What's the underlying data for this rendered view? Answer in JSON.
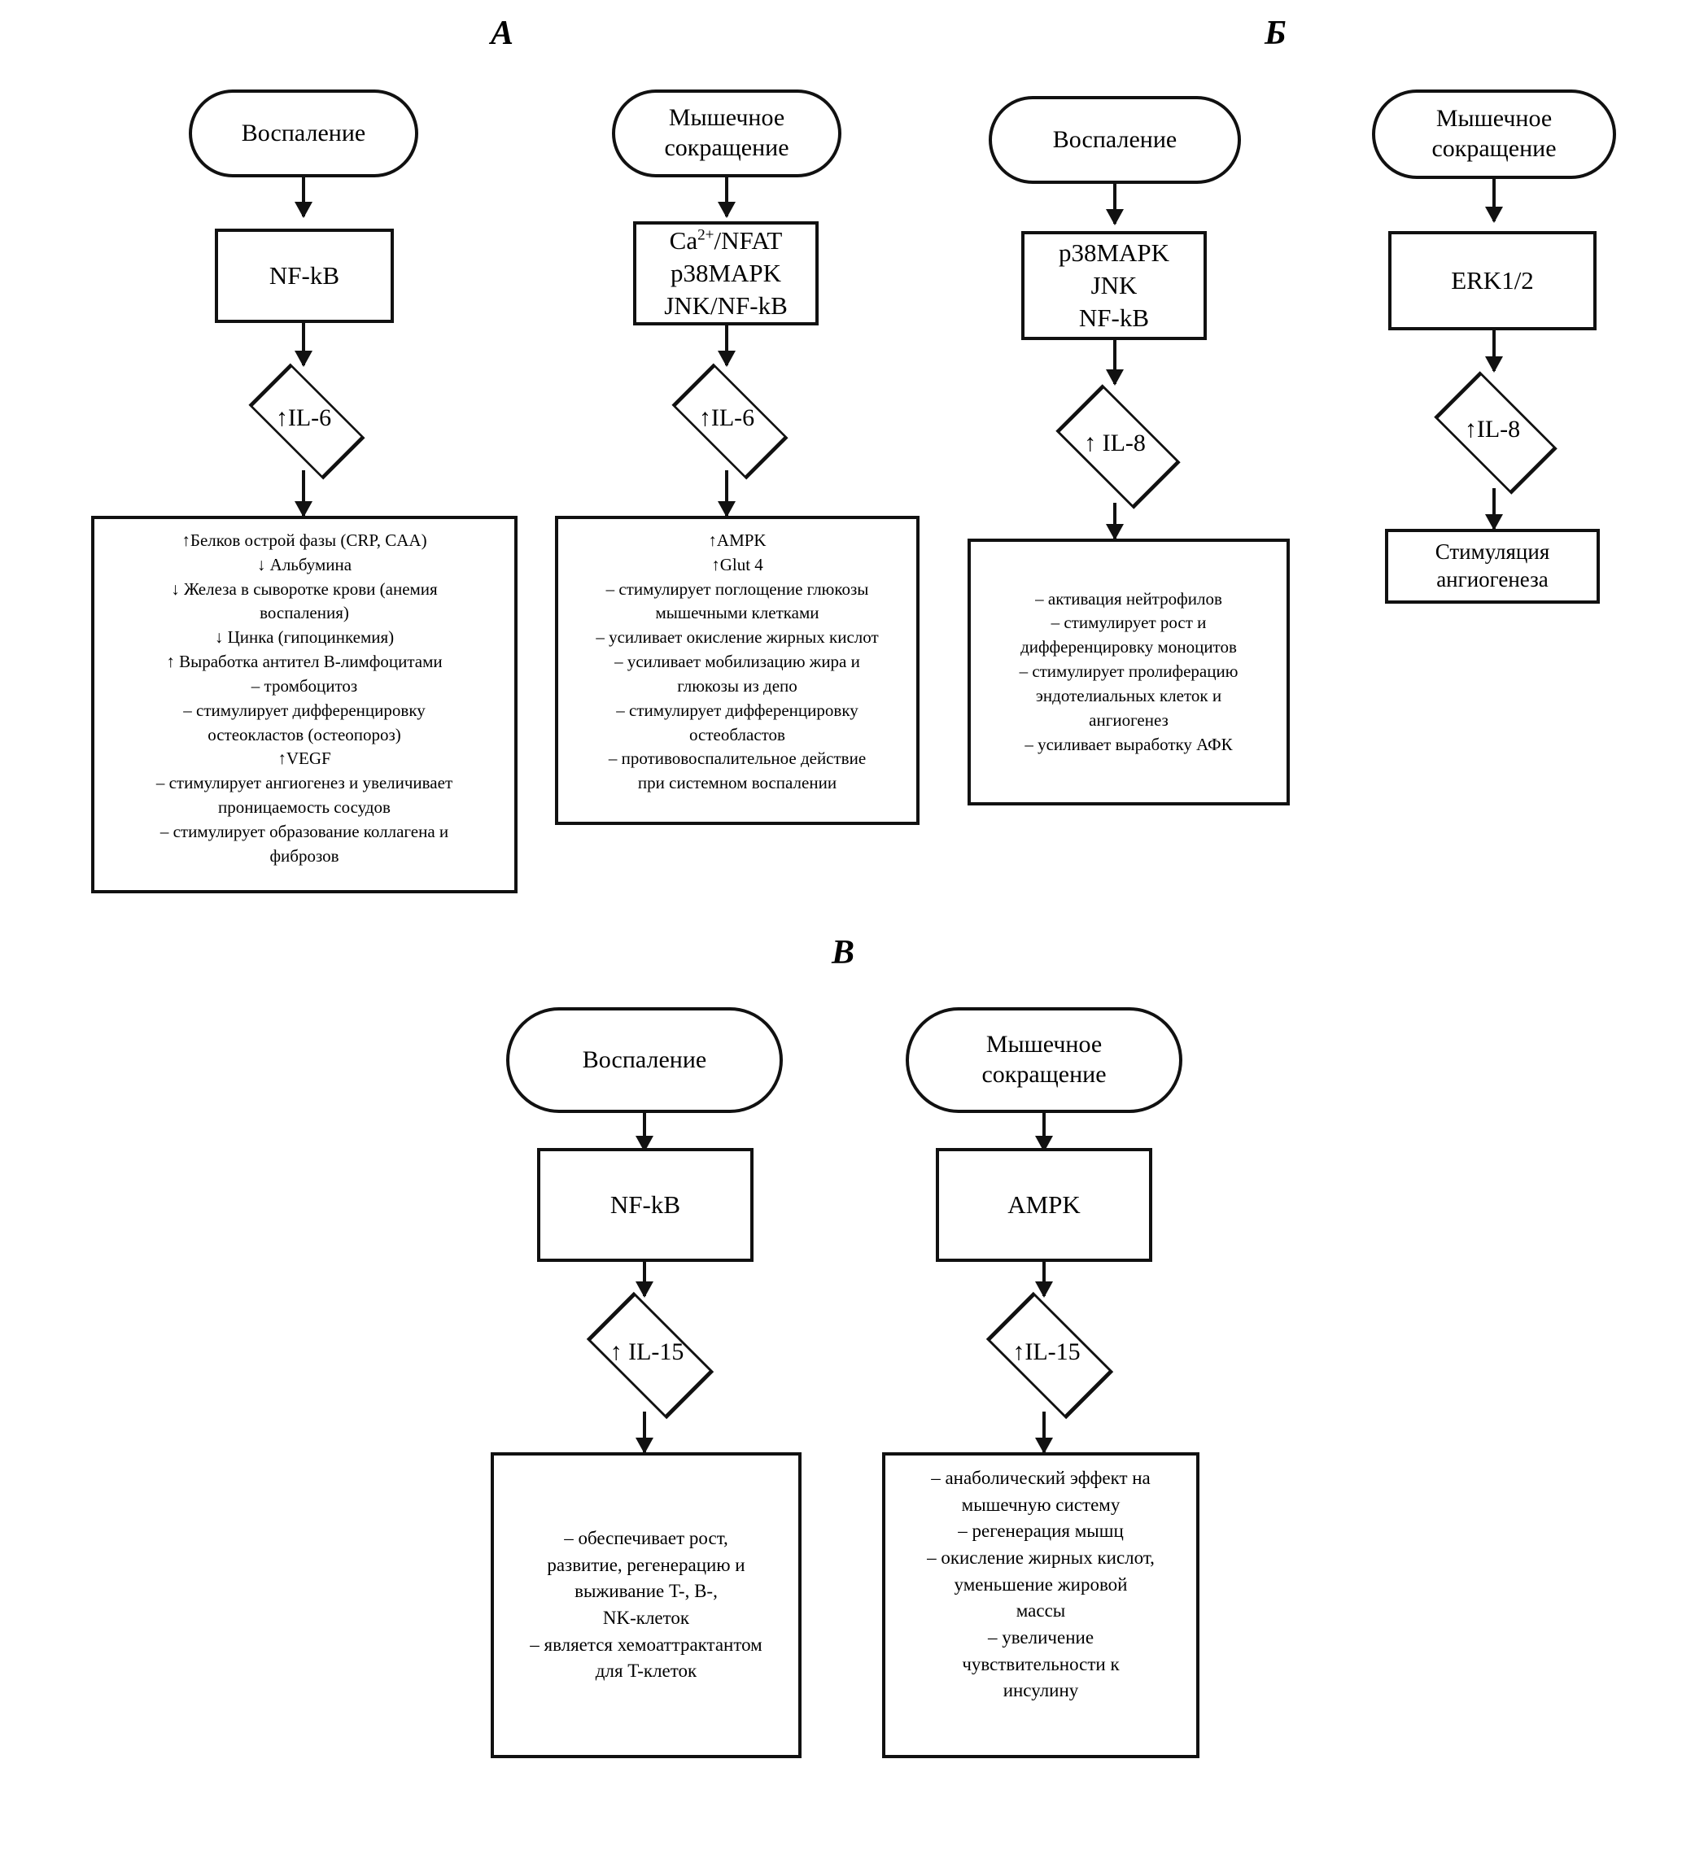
{
  "figure": {
    "panels": [
      {
        "letter": "А",
        "columns": [
          {
            "trigger": "Воспаление",
            "pathway": [
              "NF-kB"
            ],
            "cytokine": "↑IL-6",
            "effects": [
              "↑Белков острой фазы (CRP, CAA)",
              "↓ Альбумина",
              "↓ Железа в сыворотке крови (анемия",
              "воспаления)",
              "↓ Цинка (гипоцинкемия)",
              "↑ Выработка антител B-лимфоцитами",
              "– тромбоцитоз",
              "– стимулирует дифференцировку",
              "остеокластов (остеопороз)",
              "↑VEGF",
              "– стимулирует ангиогенез и увеличивает",
              "проницаемость сосудов",
              "– стимулирует образование коллагена и",
              "фиброзов"
            ]
          },
          {
            "trigger": "Мышечное сокращение",
            "pathway": [
              "Ca2+/NFAT",
              "p38MAPK",
              "JNK/NF-kB"
            ],
            "cytokine": "↑IL-6",
            "effects": [
              "↑AMPK",
              "↑Glut 4",
              "– стимулирует поглощение глюкозы",
              "мышечными клетками",
              "– усиливает окисление жирных кислот",
              "– усиливает мобилизацию жира и",
              "глюкозы из депо",
              "– стимулирует дифференцировку",
              "остеобластов",
              "– противовоспалительное действие",
              "при системном воспалении"
            ]
          }
        ]
      },
      {
        "letter": "Б",
        "columns": [
          {
            "trigger": "Воспаление",
            "pathway": [
              "p38MAPK",
              "JNK",
              "NF-kB"
            ],
            "cytokine": "↑ IL-8",
            "effects": [
              "– активация нейтрофилов",
              "– стимулирует рост и",
              "дифференцировку моноцитов",
              "– стимулирует пролиферацию",
              "эндотелиальных клеток и",
              "ангиогенез",
              "– усиливает выработку АФК"
            ]
          },
          {
            "trigger": "Мышечное сокращение",
            "pathway": [
              "ERK1/2"
            ],
            "cytokine": "↑IL-8",
            "result": "Стимуляция ангиогенеза"
          }
        ]
      },
      {
        "letter": "В",
        "columns": [
          {
            "trigger": "Воспаление",
            "pathway": [
              "NF-kB"
            ],
            "cytokine": "↑ IL-15",
            "effects": [
              "– обеспечивает рост,",
              "развитие, регенерацию и",
              "выживание T-, B-,",
              "NK-клеток",
              "– является хемоаттрактантом",
              "для T-клеток"
            ]
          },
          {
            "trigger": "Мышечное сокращение",
            "pathway": [
              "AMPK"
            ],
            "cytokine": "↑IL-15",
            "effects": [
              "– анаболический эффект на",
              "мышечную систему",
              "– регенерация мышц",
              "– окисление жирных кислот,",
              "уменьшение жировой",
              "массы",
              "– увеличение",
              "чувствительности к",
              "инсулину"
            ]
          }
        ]
      }
    ],
    "trigger_labels": {
      "inflammation": "Воспаление",
      "muscle_contraction_line1": "Мышечное",
      "muscle_contraction_line2": "сокращение"
    },
    "colors": {
      "stroke": "#111111",
      "background": "#ffffff",
      "text": "#000000"
    }
  }
}
